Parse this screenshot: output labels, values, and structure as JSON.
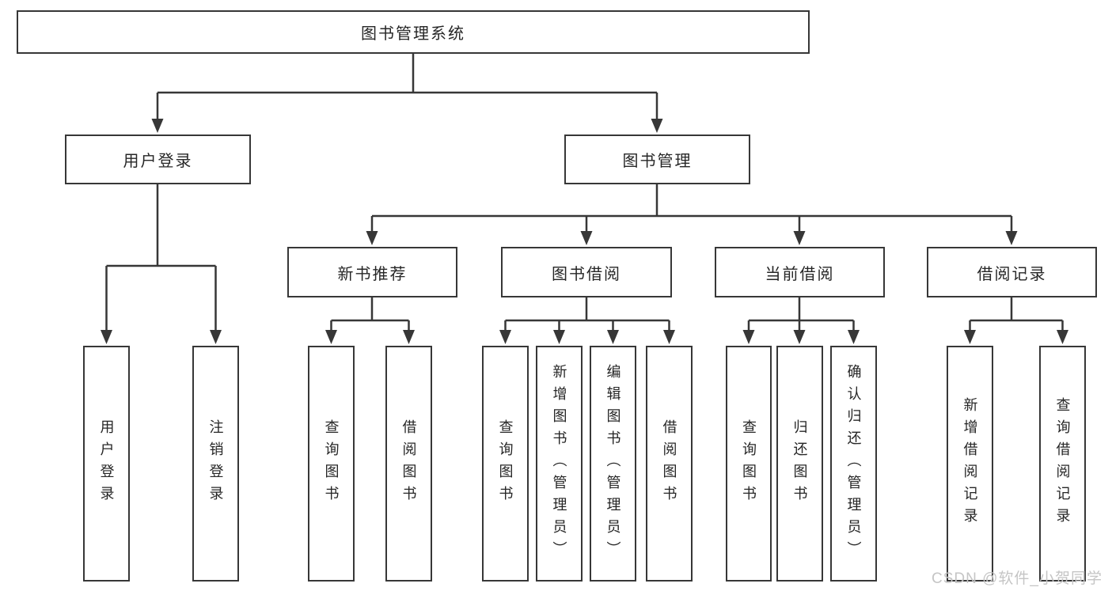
{
  "tree": {
    "root": {
      "label": "图书管理系统"
    },
    "user_login": {
      "label": "用户登录",
      "children": [
        {
          "label": "用户登录"
        },
        {
          "label": "注销登录"
        }
      ]
    },
    "book_management": {
      "label": "图书管理",
      "sections": {
        "new_book_recommend": {
          "label": "新书推荐",
          "children": [
            {
              "label": "查询图书"
            },
            {
              "label": "借阅图书"
            }
          ]
        },
        "book_borrowing": {
          "label": "图书借阅",
          "children": [
            {
              "label": "查询图书"
            },
            {
              "label": "新增图书（管理员）"
            },
            {
              "label": "编辑图书（管理员）"
            },
            {
              "label": "借阅图书"
            }
          ]
        },
        "current_borrowing": {
          "label": "当前借阅",
          "children": [
            {
              "label": "查询图书"
            },
            {
              "label": "归还图书"
            },
            {
              "label": "确认归还（管理员）"
            }
          ]
        },
        "borrowing_records": {
          "label": "借阅记录",
          "children": [
            {
              "label": "新增借阅记录"
            },
            {
              "label": "查询借阅记录"
            }
          ]
        }
      }
    }
  },
  "watermark": {
    "text": "CSDN @软件_小贺同学"
  },
  "colors": {
    "line": "#373737",
    "text": "#262626",
    "watermark": "#c5c5c5"
  }
}
